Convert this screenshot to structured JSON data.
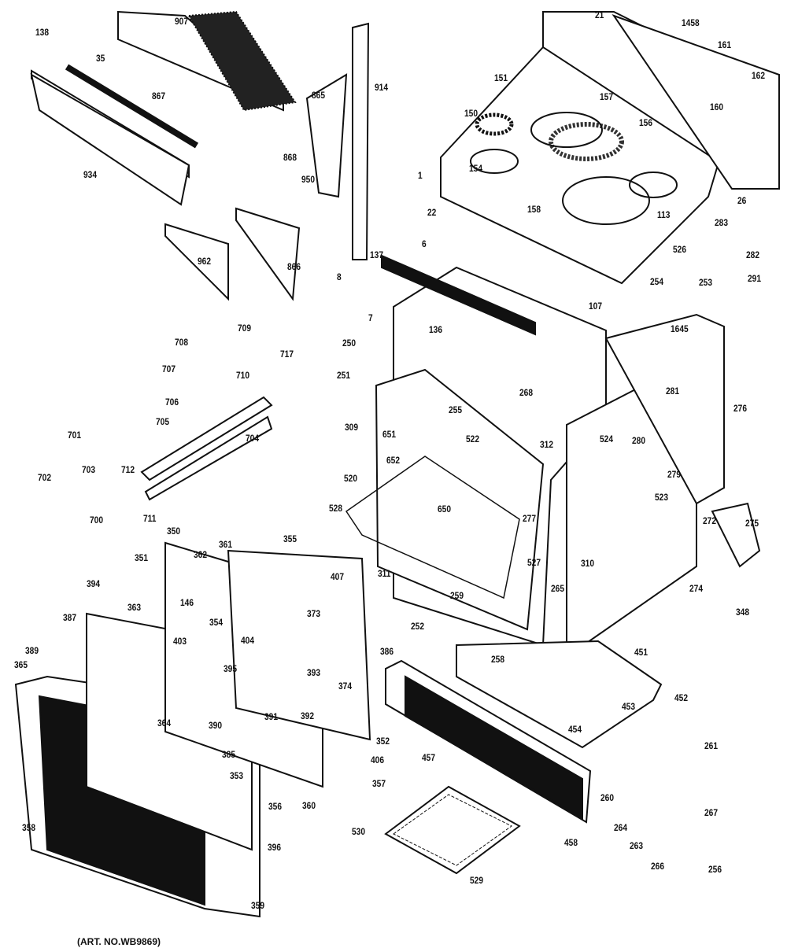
{
  "caption": "(ART. NO.WB9869)",
  "labels": [
    "138",
    "907",
    "35",
    "867",
    "914",
    "865",
    "934",
    "868",
    "950",
    "962",
    "866",
    "21",
    "1458",
    "161",
    "162",
    "160",
    "151",
    "150",
    "157",
    "156",
    "154",
    "1",
    "26",
    "22",
    "113",
    "158",
    "283",
    "526",
    "282",
    "137",
    "6",
    "254",
    "253",
    "107",
    "291",
    "8",
    "7",
    "1645",
    "709",
    "708",
    "250",
    "136",
    "717",
    "707",
    "710",
    "251",
    "268",
    "281",
    "276",
    "706",
    "255",
    "705",
    "704",
    "651",
    "652",
    "522",
    "309",
    "312",
    "524",
    "280",
    "279",
    "701",
    "712",
    "703",
    "702",
    "520",
    "528",
    "650",
    "277",
    "523",
    "275",
    "272",
    "700",
    "711",
    "350",
    "355",
    "361",
    "362",
    "351",
    "407",
    "310",
    "527",
    "311",
    "394",
    "146",
    "373",
    "363",
    "354",
    "265",
    "274",
    "387",
    "259",
    "348",
    "403",
    "404",
    "252",
    "258",
    "389",
    "395",
    "386",
    "451",
    "365",
    "393",
    "374",
    "392",
    "391",
    "453",
    "452",
    "364",
    "390",
    "454",
    "261",
    "352",
    "385",
    "457",
    "406",
    "353",
    "260",
    "357",
    "356",
    "360",
    "530",
    "267",
    "358",
    "264",
    "396",
    "458",
    "263",
    "529",
    "266",
    "256",
    "359"
  ]
}
